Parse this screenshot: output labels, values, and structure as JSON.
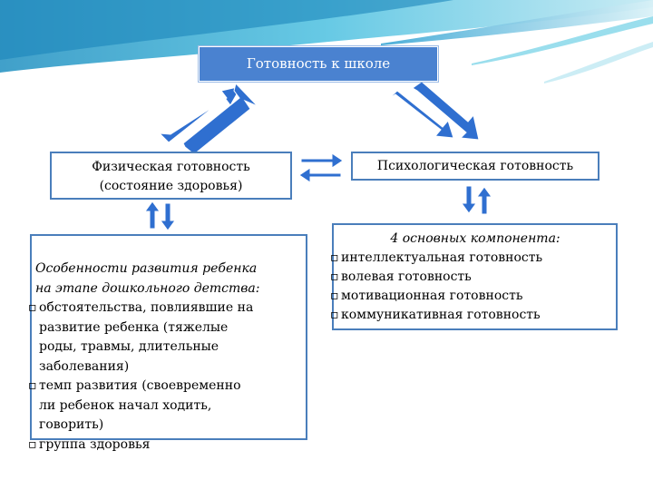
{
  "title": "Готовность к школе",
  "physical": {
    "line1": "Физическая готовность",
    "line2": "(состояние здоровья)"
  },
  "psychological": "Психологическая готовность",
  "components": {
    "heading": "4 основных  компонента:",
    "items": [
      "интеллектуальная готовность",
      "волевая готовность",
      "мотивационная готовность",
      "коммуникативная готовность"
    ]
  },
  "features": {
    "heading_line1": "Особенности развития ребенка",
    "heading_line2": "на этапе  дошкольного  детства:",
    "item1_lines": [
      "обстоятельства, повлиявшие на",
      "развитие ребенка (тяжелые",
      "роды, травмы, длительные",
      "заболевания)"
    ],
    "item2_lines": [
      "темп развития (своевременно",
      "ли ребенок начал ходить,",
      "говорить)"
    ],
    "item3": "группа здоровья"
  },
  "colors": {
    "accent_blue": "#4a82d0",
    "arrow_blue": "#2f6fd0",
    "box_border": "#4a7ebb"
  },
  "icons": {
    "bullet": "checkbox-bullet-icon",
    "arrows": "double-arrow-icon"
  }
}
